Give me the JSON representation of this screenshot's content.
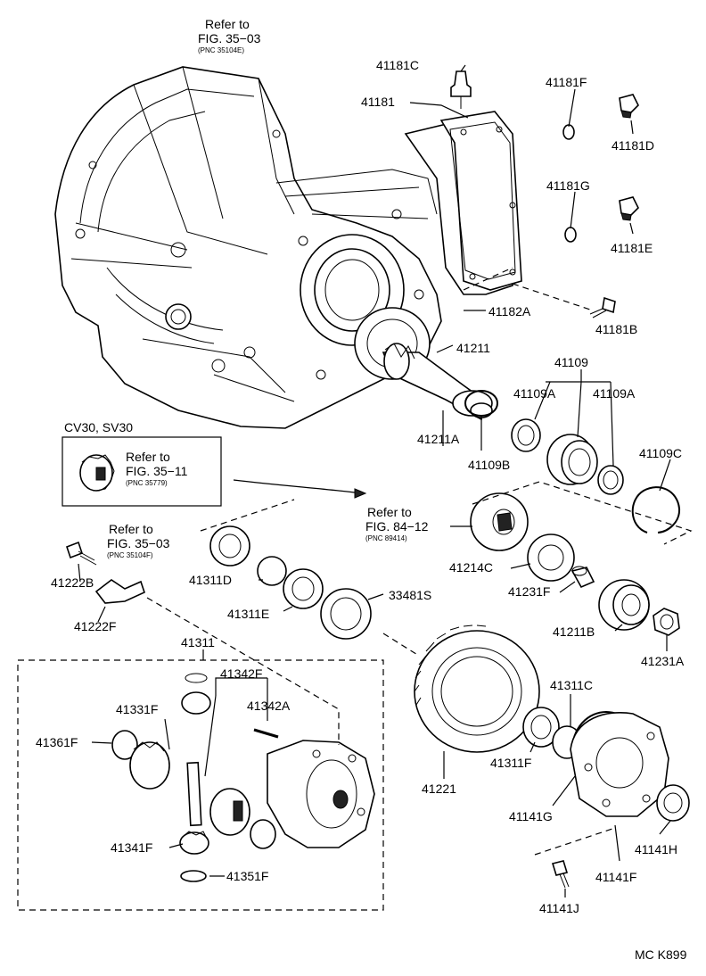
{
  "part_labels": {
    "p41181C": "41181C",
    "p41181F": "41181F",
    "p41181": "41181",
    "p41181D": "41181D",
    "p41181G": "41181G",
    "p41181E": "41181E",
    "p41182A": "41182A",
    "p41181B": "41181B",
    "p41211": "41211",
    "p41109": "41109",
    "p41109A_l": "41109A",
    "p41109A_r": "41109A",
    "p41211A": "41211A",
    "p41109B": "41109B",
    "p41109C": "41109C",
    "p41214C": "41214C",
    "p41231F": "41231F",
    "p41211B": "41211B",
    "p41231A": "41231A",
    "p41222B": "41222B",
    "p41222F": "41222F",
    "p41311D": "41311D",
    "p41311E": "41311E",
    "p33481S": "33481S",
    "p41311": "41311",
    "p41342F": "41342F",
    "p41342A": "41342A",
    "p41331F": "41331F",
    "p41361F": "41361F",
    "p41341F": "41341F",
    "p41351F": "41351F",
    "p41221": "41221",
    "p41311C": "41311C",
    "p41311F": "41311F",
    "p41141G": "41141G",
    "p41141H": "41141H",
    "p41141F": "41141F",
    "p41141J": "41141J"
  },
  "references": {
    "top": {
      "line1": "Refer to",
      "line2": "FIG. 35−03",
      "pnc": "(PNC 35104E)"
    },
    "inset": {
      "line1": "Refer to",
      "line2": "FIG. 35−11",
      "pnc": "(PNC 35779)"
    },
    "mid_left": {
      "line1": "Refer to",
      "line2": "FIG. 35−03",
      "pnc": "(PNC 35104F)"
    },
    "mid_right": {
      "line1": "Refer to",
      "line2": "FIG. 84−12",
      "pnc": "(PNC 89414)"
    }
  },
  "inset_title": "CV30, SV30",
  "diagram_code": "MC K899"
}
